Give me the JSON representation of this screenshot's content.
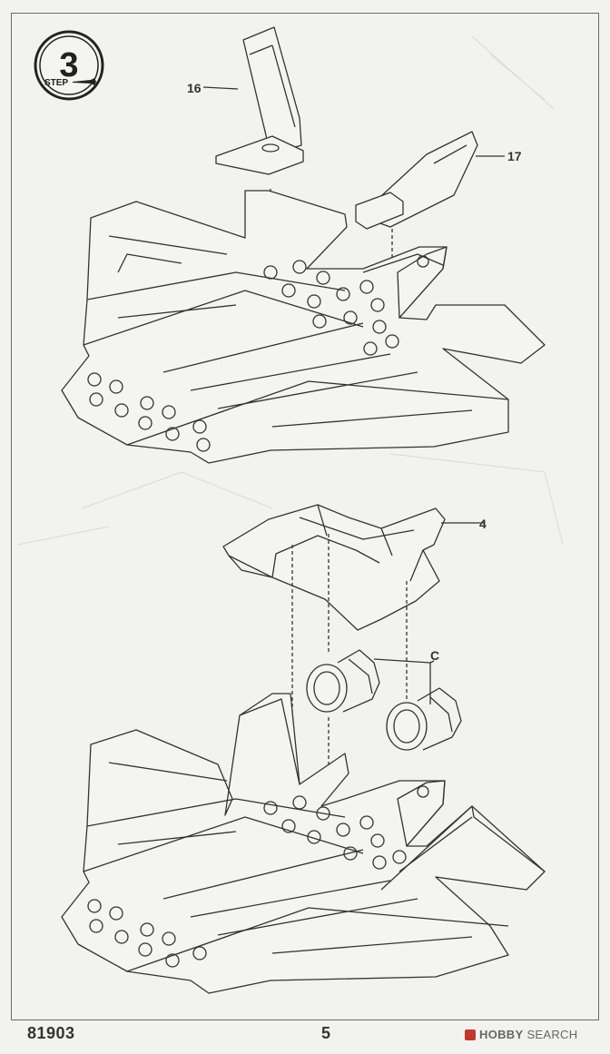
{
  "step": {
    "number": "3",
    "label": "STEP"
  },
  "parts": {
    "p16": "16",
    "p17": "17",
    "p4": "4",
    "pC": "C"
  },
  "footer": {
    "code": "81903",
    "page": "5",
    "watermark_a": "HOBBY",
    "watermark_b": "SEARCH"
  }
}
